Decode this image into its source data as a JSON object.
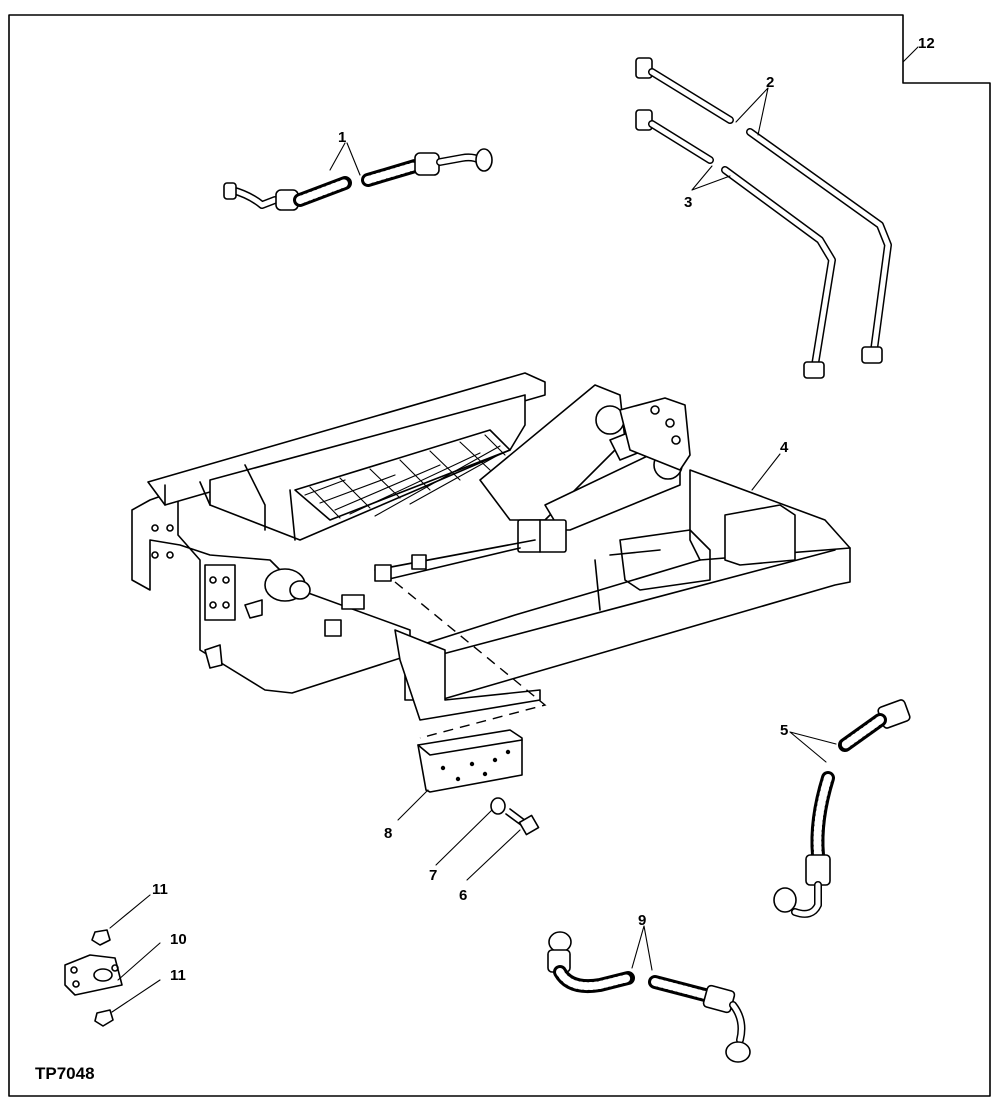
{
  "figure_id": "TP7048",
  "callouts": [
    "1",
    "2",
    "3",
    "4",
    "5",
    "6",
    "7",
    "8",
    "9",
    "10",
    "11",
    "11",
    "12"
  ]
}
